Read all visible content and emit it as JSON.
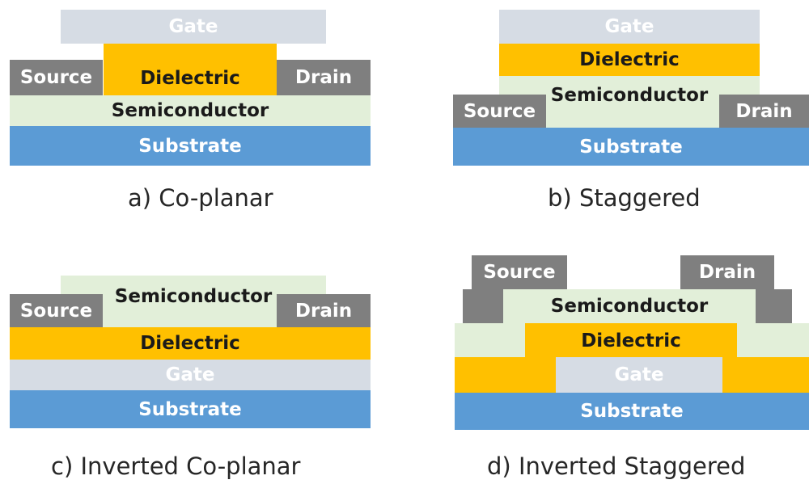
{
  "panels": {
    "a": {
      "caption": "a) Co-planar",
      "gate": "Gate",
      "dielectric": "Dielectric",
      "source": "Source",
      "drain": "Drain",
      "semiconductor": "Semiconductor",
      "substrate": "Substrate"
    },
    "b": {
      "caption": "b) Staggered",
      "gate": "Gate",
      "dielectric": "Dielectric",
      "source": "Source",
      "drain": "Drain",
      "semiconductor": "Semiconductor",
      "substrate": "Substrate"
    },
    "c": {
      "caption": "c) Inverted Co-planar",
      "gate": "Gate",
      "dielectric": "Dielectric",
      "source": "Source",
      "drain": "Drain",
      "semiconductor": "Semiconductor",
      "substrate": "Substrate"
    },
    "d": {
      "caption": "d) Inverted Staggered",
      "gate": "Gate",
      "dielectric": "Dielectric",
      "source": "Source",
      "drain": "Drain",
      "semiconductor": "Semiconductor",
      "substrate": "Substrate"
    }
  },
  "colors": {
    "gate": "#d6dce4",
    "dielectric": "#ffc000",
    "semiconductor": "#e2efd9",
    "substrate": "#5b9bd5",
    "electrode": "#7f7f7f"
  }
}
